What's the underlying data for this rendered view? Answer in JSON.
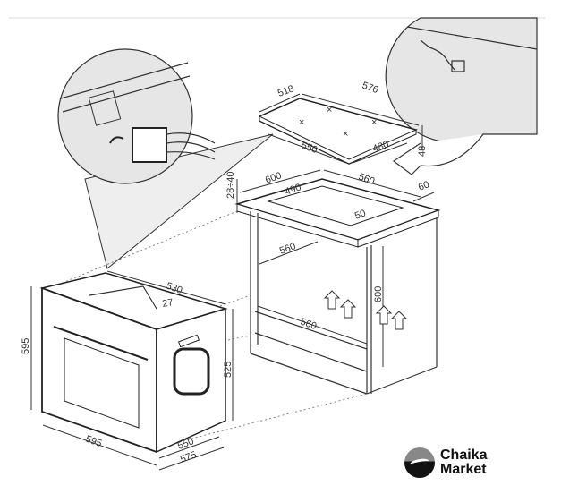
{
  "diagram": {
    "title": "Built-in oven and hob installation dimensions",
    "hob": {
      "width": "576",
      "depth": "518",
      "cutout_width": "550",
      "cutout_depth": "480",
      "height": "48"
    },
    "worktop": {
      "depth": "600",
      "cutout_depth": "490",
      "cutout_width": "560",
      "rear_gap": "60",
      "thickness": "28÷40",
      "front_gap": "50"
    },
    "cabinet": {
      "inner_depth": "560",
      "niche_height": "600",
      "inner_width": "560"
    },
    "oven": {
      "depth": "530",
      "door_gap": "27",
      "height": "595",
      "body_height": "525",
      "width": "595",
      "body_width": "550",
      "body_depth": "575"
    }
  },
  "logo": {
    "line1": "Chaika",
    "line2": "Market"
  },
  "colors": {
    "line": "#333333",
    "callout_fill": "#e6e6e6"
  }
}
